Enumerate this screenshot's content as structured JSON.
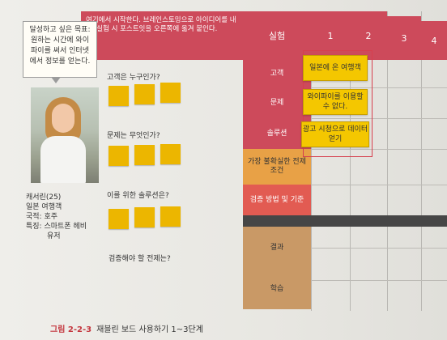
{
  "goal_bubble": {
    "lines": [
      "달성하고 싶은 목표:",
      "원하는 시간에 와이",
      "파이를 써서 인터넷",
      "에서 정보를 얻는다."
    ]
  },
  "persona": {
    "lines": [
      "캐서린(25)",
      "일본 여행객",
      "국적: 호주",
      "특징: 스마트폰 헤비",
      "유저"
    ]
  },
  "questions": {
    "customer": "고객은 누구인가?",
    "problem": "문제는 무엇인가?",
    "solution": "이를 위한 솔루션은?",
    "assumption": "검증해야 할 전제는?"
  },
  "banner_text": "여기에서 시작한다. 브레인스토밍으로 아이디어를 내고, 실험 시 포스트잇을 오른쪽에 옮겨 붙인다.",
  "header": {
    "experiment": "실험",
    "columns": [
      "1",
      "2",
      "3",
      "4"
    ]
  },
  "rows": {
    "customer": "고객",
    "problem": "문제",
    "solution": "솔루션",
    "riskiest": "가장 불확실한 전제 조건",
    "validation": "검증 방법 및 기준",
    "result": "결과",
    "learning": "학습"
  },
  "notes": {
    "customer": "일본에 온 여행객",
    "problem": "와이파이를 이용할 수 없다.",
    "solution": "광고 시청으로 데이터 얻기"
  },
  "caption": {
    "label": "그림 2-2-3",
    "text": "재블린 보드 사용하기 1~3단계"
  },
  "colors": {
    "red": "#cd4a5b",
    "orange": "#e8a146",
    "salmon": "#e25b52",
    "tan": "#c99966",
    "sticky_yellow": "#ecb600"
  }
}
